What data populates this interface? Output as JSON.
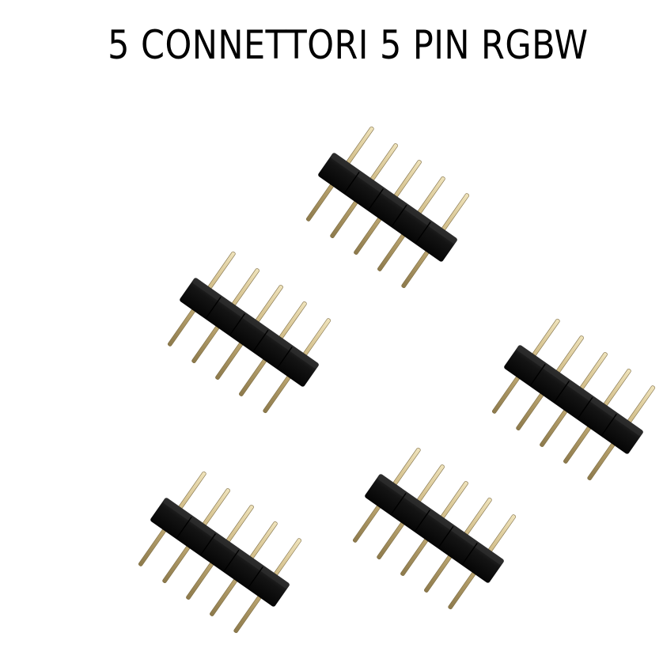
{
  "title": "5 CONNETTORI 5 PIN RGBW",
  "product": {
    "connector_count": 5,
    "pins_per_connector": 5
  },
  "colors": {
    "background": "#ffffff",
    "title_text": "#000000",
    "housing": "#111111",
    "pin_gold": "#c9b27a"
  }
}
